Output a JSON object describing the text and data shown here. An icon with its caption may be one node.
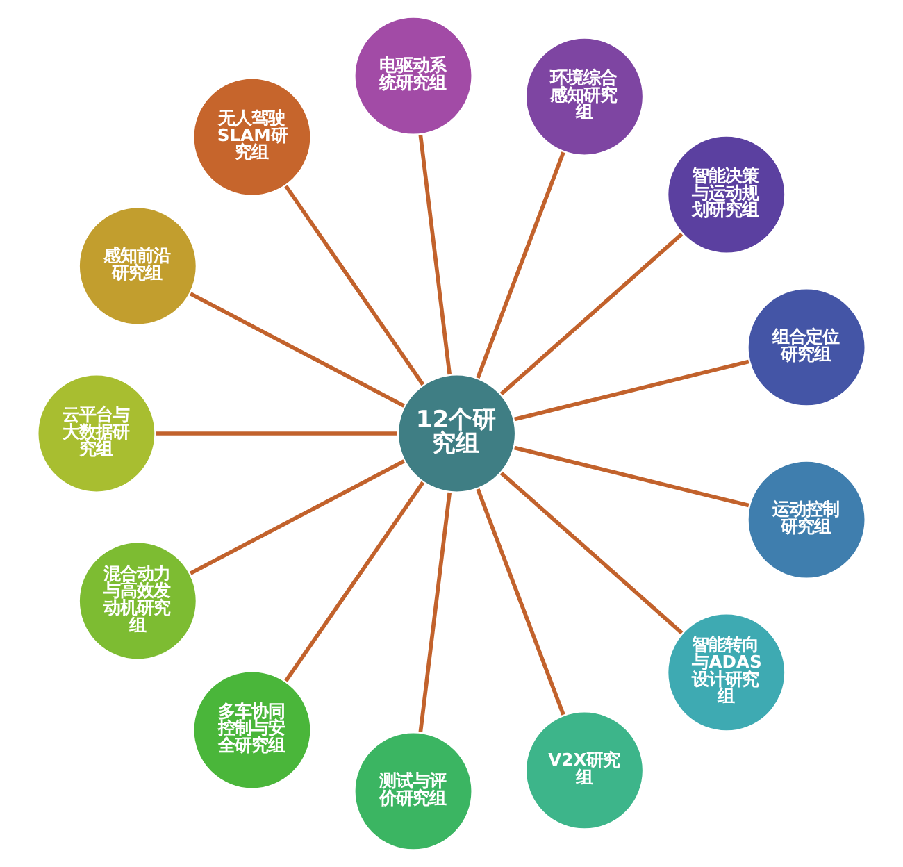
{
  "diagram": {
    "nodes": [
      {
        "text": [
          "12个研究组"
        ]
      },
      {
        "text": [
          "电驱动系统研究组"
        ]
      },
      {
        "text": [
          "环境综合感知研究组"
        ]
      },
      {
        "text": [
          "智能决策与运动规划研究组"
        ]
      },
      {
        "text": [
          "组合定位研究组"
        ]
      },
      {
        "text": [
          "运动控制研究组"
        ]
      },
      {
        "text": [
          "智能转向与ADAS设计研究组"
        ]
      },
      {
        "text": [
          "V2X研究组"
        ]
      },
      {
        "text": [
          "测试与评价研究组"
        ]
      },
      {
        "text": [
          "多车协同控制与安全研究组"
        ]
      },
      {
        "text": [
          "混合动力与高效发动机研究组"
        ]
      },
      {
        "text": [
          "云平台与大数据研究组"
        ]
      },
      {
        "text": [
          "感知前沿研究组"
        ]
      },
      {
        "text": [
          "无人驾驶SLAM研究组"
        ]
      }
    ],
    "edges": [
      {
        "from": 0,
        "to": 1,
        "arrow": "none"
      },
      {
        "from": 0,
        "to": 2,
        "arrow": "none"
      },
      {
        "from": 0,
        "to": 3,
        "arrow": "none"
      },
      {
        "from": 0,
        "to": 4,
        "arrow": "none"
      },
      {
        "from": 0,
        "to": 5,
        "arrow": "none"
      },
      {
        "from": 0,
        "to": 6,
        "arrow": "none"
      },
      {
        "from": 0,
        "to": 7,
        "arrow": "none"
      },
      {
        "from": 0,
        "to": 8,
        "arrow": "none"
      },
      {
        "from": 0,
        "to": 9,
        "arrow": "none"
      },
      {
        "from": 0,
        "to": 10,
        "arrow": "none"
      },
      {
        "from": 0,
        "to": 11,
        "arrow": "none"
      },
      {
        "from": 0,
        "to": 12,
        "arrow": "none"
      },
      {
        "from": 0,
        "to": 13,
        "arrow": "none"
      }
    ]
  }
}
